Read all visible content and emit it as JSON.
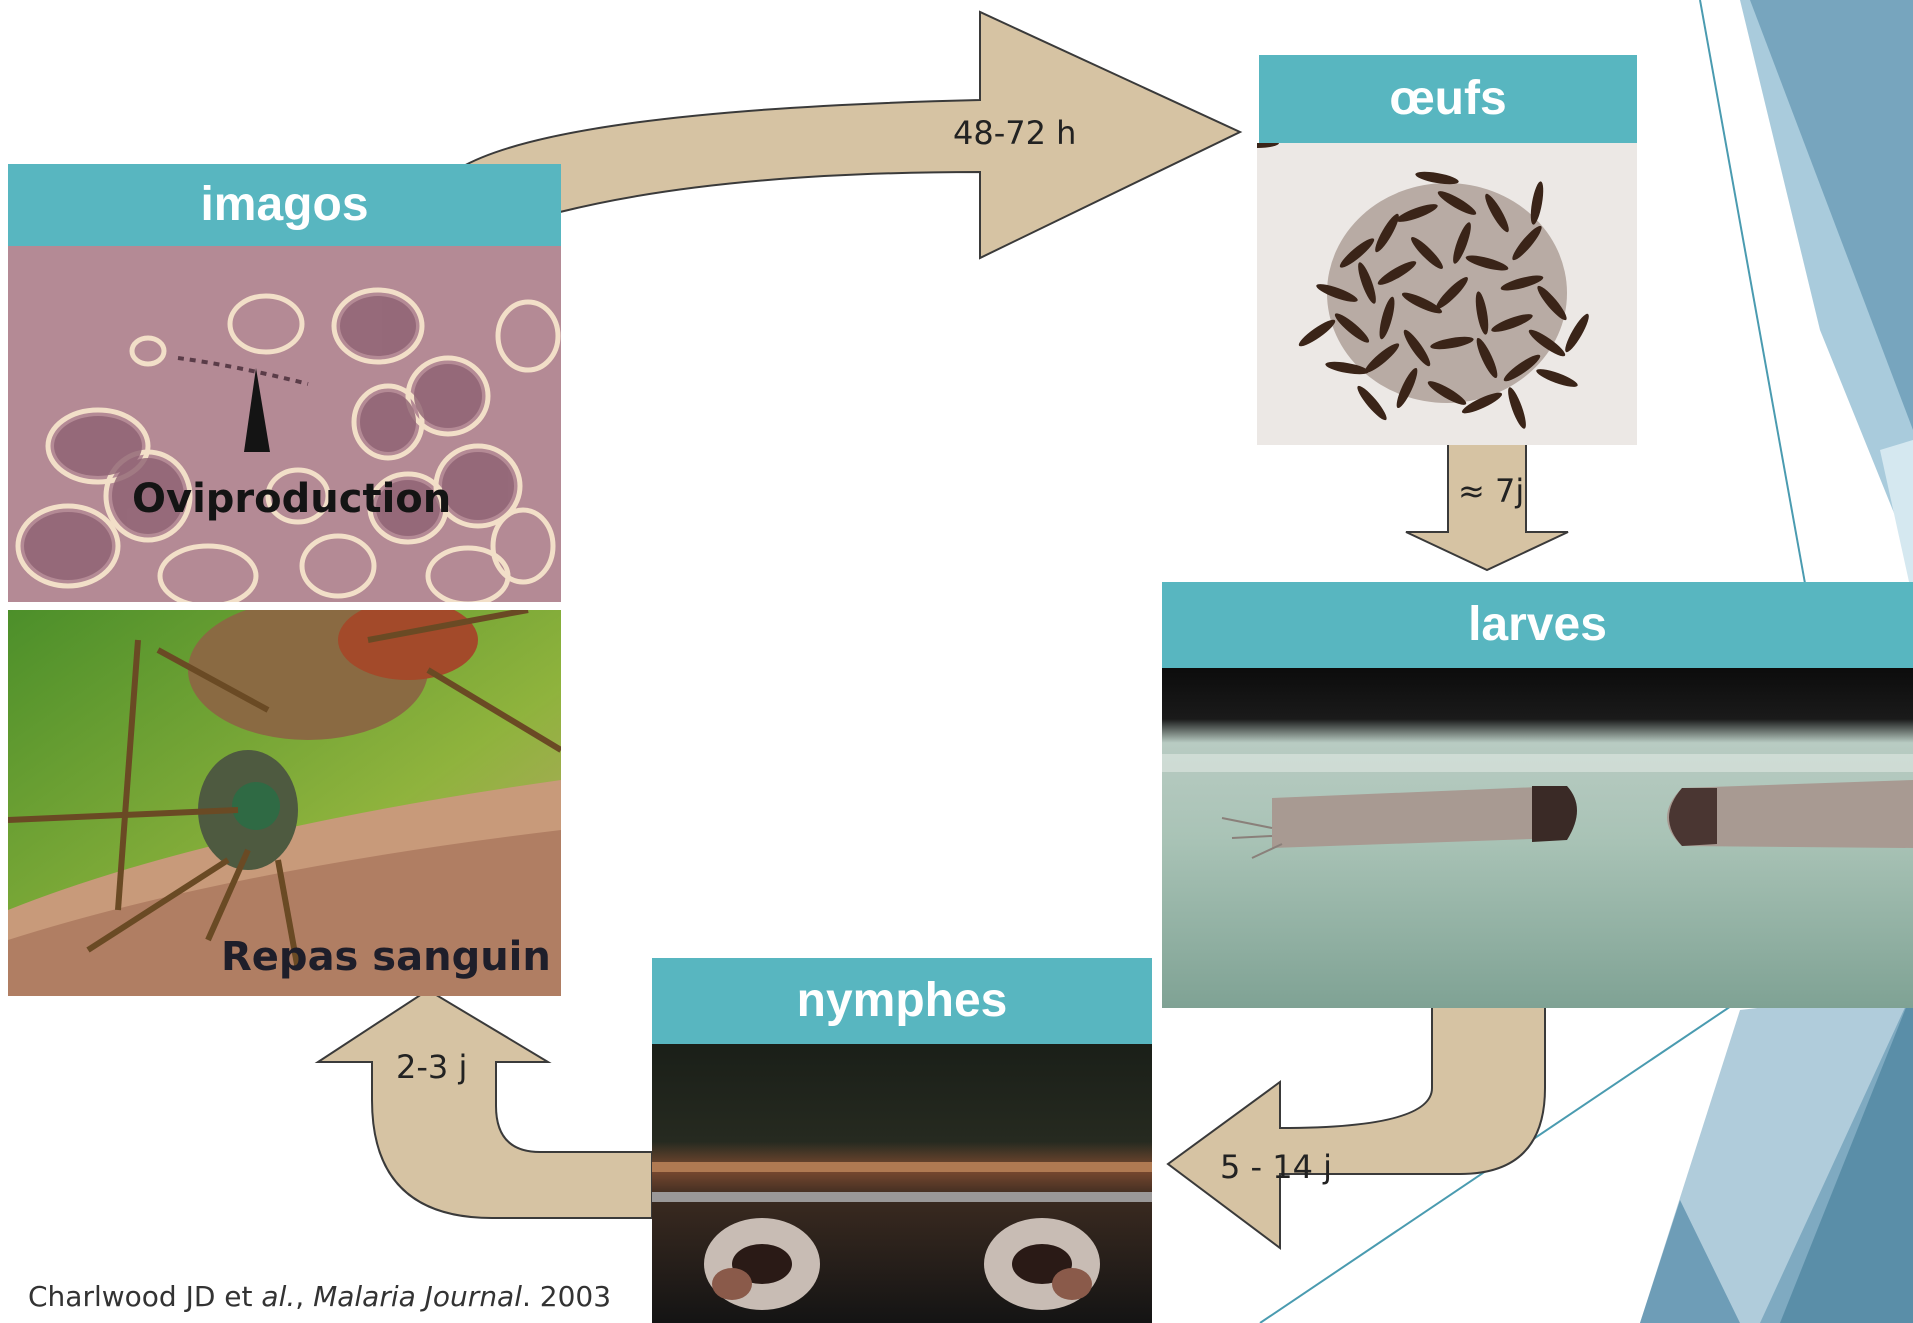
{
  "stages": {
    "imagos": "imagos",
    "oeufs": "œufs",
    "larves": "larves",
    "nymphes": "nymphes"
  },
  "photo_labels": {
    "oviproduction": "Oviproduction",
    "repas_sanguin": "Repas sanguin"
  },
  "durations": {
    "imagos_to_oeufs": "48-72 h",
    "oeufs_to_larves": "≈ 7j",
    "larves_to_nymphes": "5 - 14 j",
    "nymphes_to_imagos": "2-3 j"
  },
  "citation": {
    "authors": "Charlwood JD et ",
    "etal": "al.",
    "sep": ", ",
    "journal": "Malaria Journal",
    "year": ". 2003"
  },
  "colors": {
    "header": "#58b6c0",
    "arrow_fill": "#d6c3a3",
    "arrow_stroke": "#3a3a3a"
  }
}
